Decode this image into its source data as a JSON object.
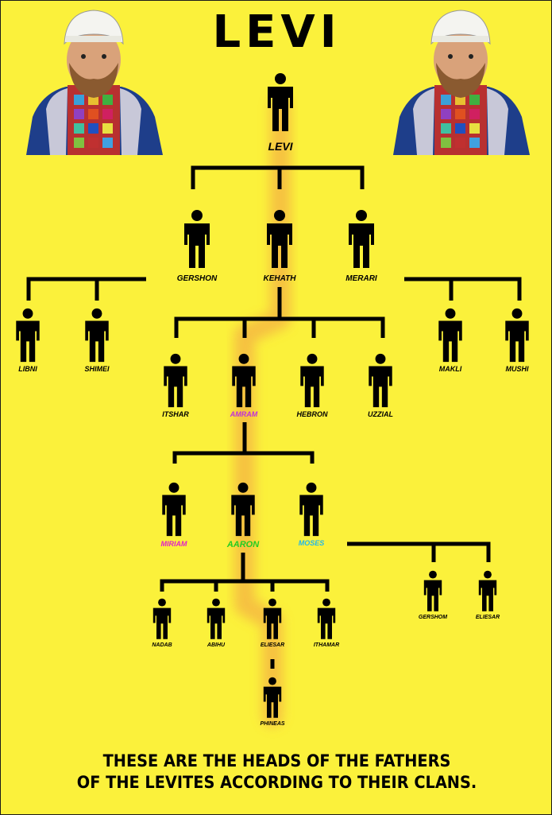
{
  "title": "LEVI",
  "footer": {
    "line1": "THESE ARE THE HEADS OF THE FATHERS",
    "line2": "OF THE LEVITES ACCORDING TO THEIR CLANS."
  },
  "colors": {
    "background": "#fbf13b",
    "figure": "#000000",
    "highlight_path": "#f5b942",
    "miriam": "#e020c8",
    "amram": "#c030d8",
    "aaron": "#22cc22",
    "moses": "#22b8e8"
  },
  "people": {
    "levi": {
      "name": "LEVI"
    },
    "gershon": {
      "name": "GERSHON"
    },
    "kehath": {
      "name": "KEHATH"
    },
    "merari": {
      "name": "MERARI"
    },
    "libni": {
      "name": "LIBNI"
    },
    "shimei": {
      "name": "SHIMEI"
    },
    "makli": {
      "name": "MAKLI"
    },
    "mushi": {
      "name": "MUSHI"
    },
    "itshar": {
      "name": "ITSHAR"
    },
    "amram": {
      "name": "AMRAM"
    },
    "hebron": {
      "name": "HEBRON"
    },
    "uzzial": {
      "name": "UZZIAL"
    },
    "miriam": {
      "name": "MIRIAM"
    },
    "aaron": {
      "name": "AARON"
    },
    "moses": {
      "name": "MOSES"
    },
    "gershom": {
      "name": "GERSHOM"
    },
    "eliesar2": {
      "name": "ELIESAR"
    },
    "nadab": {
      "name": "NADAB"
    },
    "abihu": {
      "name": "ABIHU"
    },
    "eliesar": {
      "name": "ELIESAR"
    },
    "ithamar": {
      "name": "ITHAMAR"
    },
    "phineas": {
      "name": "PHINEAS"
    }
  },
  "icons": {
    "person": "person-icon",
    "priest_left": "high-priest-portrait-left",
    "priest_right": "high-priest-portrait-right"
  }
}
